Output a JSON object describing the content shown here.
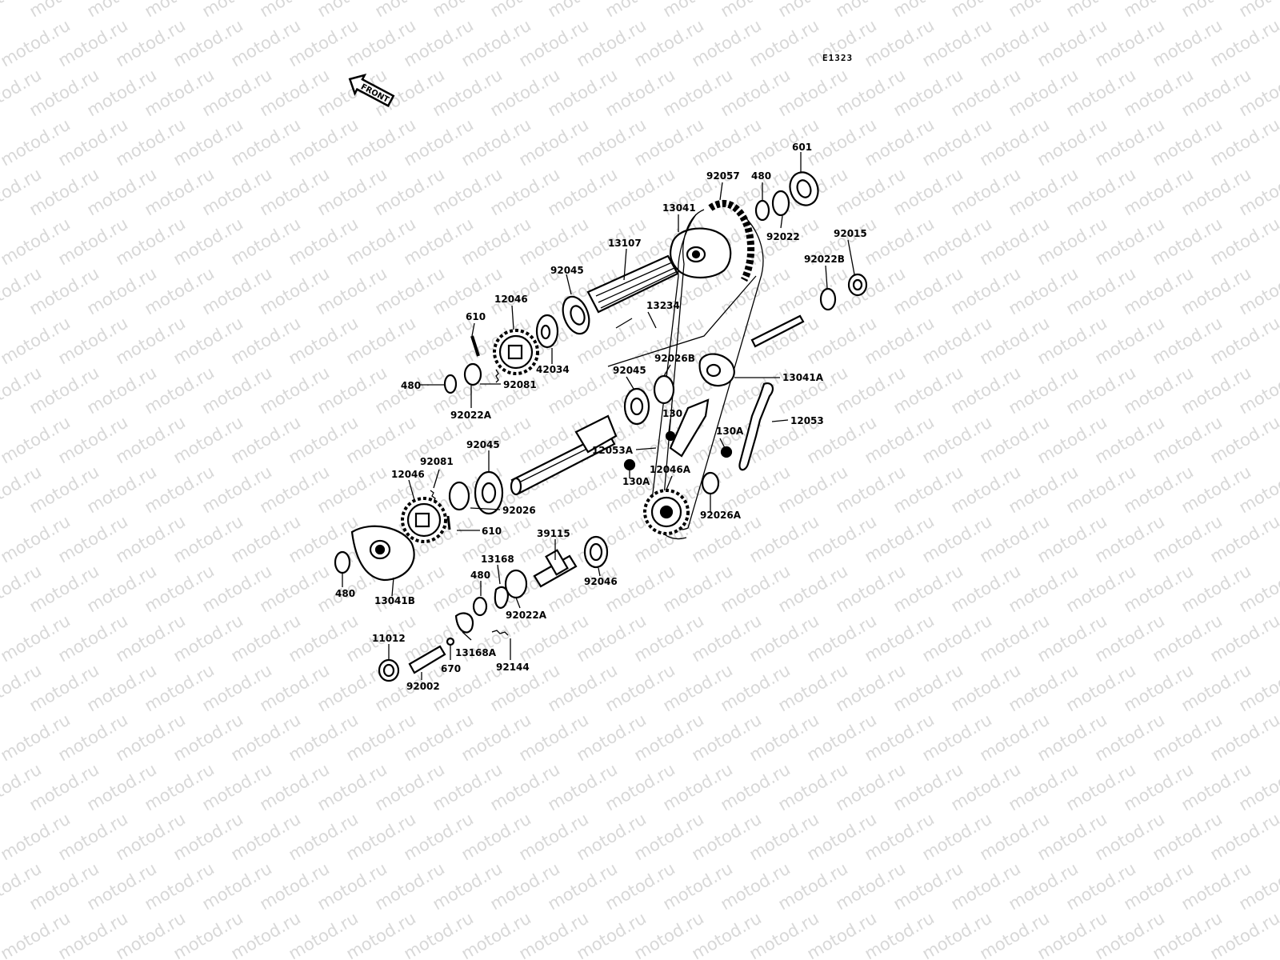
{
  "diagram": {
    "code": "E1323",
    "front_label": "FRONT",
    "watermark_text": "motod.ru",
    "labels": {
      "601": "601",
      "92057": "92057",
      "480_top": "480",
      "13041": "13041",
      "92022": "92022",
      "92015": "92015",
      "13107": "13107",
      "92045_top": "92045",
      "92022B": "92022B",
      "12046_top": "12046",
      "610_top": "610",
      "13234": "13234",
      "42034": "42034",
      "92026B": "92026B",
      "92045_mid": "92045",
      "13041A": "13041A",
      "480_left": "480",
      "92081_top": "92081",
      "92022A_top": "92022A",
      "130": "130",
      "130A_right": "130A",
      "12053": "12053",
      "12053A": "12053A",
      "92045_low": "92045",
      "92081_low": "92081",
      "130A_low": "130A",
      "12046A": "12046A",
      "12046_low": "12046",
      "92026": "92026",
      "92026A": "92026A",
      "610_low": "610",
      "39115": "39115",
      "13168": "13168",
      "480_bottom_left": "480",
      "13041B": "13041B",
      "480_low": "480",
      "92046": "92046",
      "92022A_low": "92022A",
      "11012": "11012",
      "13168A": "13168A",
      "670": "670",
      "92144": "92144",
      "92002": "92002"
    }
  }
}
